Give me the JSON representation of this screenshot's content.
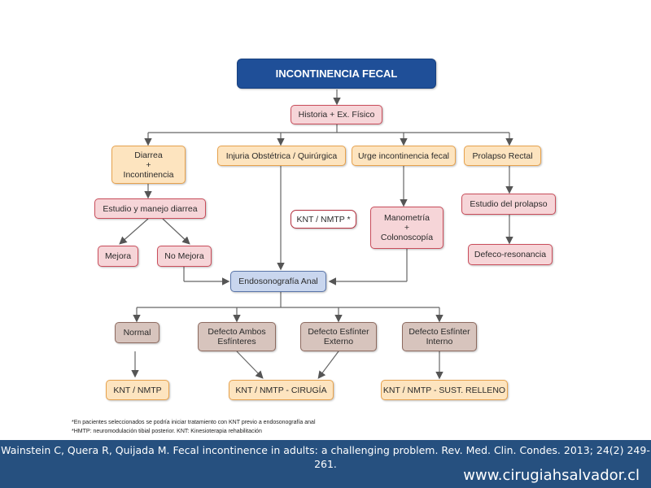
{
  "diagram": {
    "title": "INCONTINENCIA FECAL",
    "historia": "Historia + Ex. Físico",
    "diarrea": "Diarrea\n+\nIncontinencia",
    "injuria": "Injuria Obstétrica / Quirúrgica",
    "urge": "Urge incontinencia fecal",
    "prolapso": "Prolapso Rectal",
    "estudio_diarrea": "Estudio y manejo diarrea",
    "knt_nmtp_star": "KNT / NMTP *",
    "manometria": "Manometría\n+\nColonoscopía",
    "estudio_prolapso": "Estudio del prolapso",
    "mejora": "Mejora",
    "no_mejora": "No Mejora",
    "defeco": "Defeco-resonancia",
    "endosonografia": "Endosonografía Anal",
    "normal": "Normal",
    "defecto_ambos": "Defecto Ambos\nEsfínteres",
    "defecto_externo": "Defecto Esfínter\nExterno",
    "defecto_interno": "Defecto Esfínter\nInterno",
    "knt_nmtp": "KNT / NMTP",
    "knt_cirugia": "KNT / NMTP - CIRUGÍA",
    "knt_relleno": "KNT / NMTP - SUST. RELLENO"
  },
  "footnotes": {
    "line1": "*En pacientes seleccionados se podría iniciar tratamiento con KNT previo a endosonografía anal",
    "line2": "*HMTP: neuromodulación tibial posterior. KNT: Kinesioterapia rehabilitación"
  },
  "citation": "Wainstein C, Quera R, Quijada M. Fecal incontinence in adults: a challenging problem. Rev. Med. Clin. Condes. 2013; 24(2) 249-261.",
  "website": "www.cirugiahsalvador.cl"
}
